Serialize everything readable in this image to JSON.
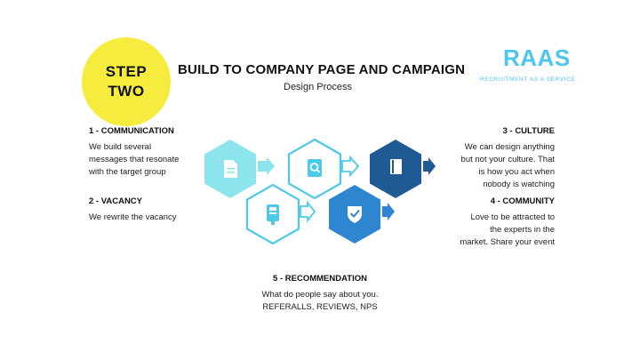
{
  "step": {
    "line1": "STEP",
    "line2": "TWO"
  },
  "title": "BUILD TO COMPANY PAGE AND CAMPAIGN",
  "subtitle": "Design Process",
  "brand": {
    "name": "RAAS",
    "tagline": "RECRUITMENT AS A SERVICE",
    "color": "#4cc6ee"
  },
  "sections": {
    "communication": {
      "heading": "1 - COMMUNICATION",
      "lines": [
        "We build several",
        "messages that resonate",
        "with the target group"
      ]
    },
    "vacancy": {
      "heading": "2 - VACANCY",
      "lines": [
        "We rewrite the vacancy"
      ]
    },
    "culture": {
      "heading": "3 - CULTURE",
      "lines": [
        "We can design anything",
        "but not your culture. That",
        "is how you act when",
        "nobody is watching"
      ]
    },
    "community": {
      "heading": "4 - COMMUNITY",
      "lines": [
        "Love to be attracted to",
        "the experts in the",
        "market. Share your event"
      ]
    },
    "recommendation": {
      "heading": "5 - RECOMMENDATION",
      "lines": [
        "What do people say about you.",
        "REFERALLS, REVIEWS, NPS"
      ]
    }
  },
  "hexagons": [
    {
      "id": "hex-document",
      "icon": "document-icon",
      "style": "filled",
      "color": "#8ce4ec"
    },
    {
      "id": "hex-search",
      "icon": "search-document-icon",
      "style": "outline",
      "color": "#4cc9e8"
    },
    {
      "id": "hex-book",
      "icon": "book-icon",
      "style": "filled",
      "color": "#1f5a94"
    },
    {
      "id": "hex-tablet",
      "icon": "tablet-icon",
      "style": "outline",
      "color": "#4cc9e8"
    },
    {
      "id": "hex-check",
      "icon": "shield-check-icon",
      "style": "filled",
      "color": "#2f86d0"
    }
  ]
}
